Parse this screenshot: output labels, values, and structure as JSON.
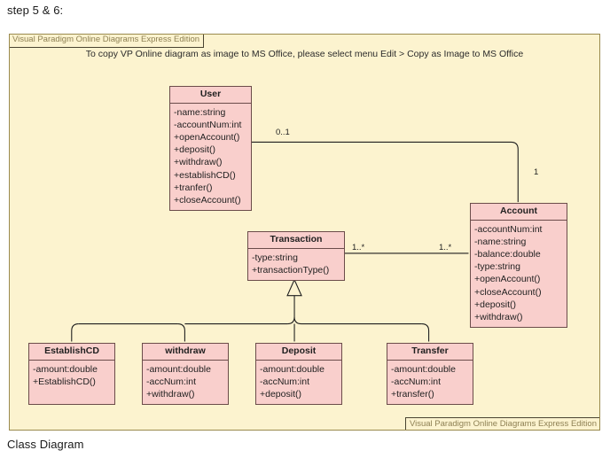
{
  "page": {
    "top_caption": "step 5 & 6:",
    "bottom_caption": "Class Diagram"
  },
  "canvas": {
    "banner_text": "To copy VP Online diagram as image to MS Office, please select menu Edit > Copy as Image to MS Office",
    "watermark_top": "Visual Paradigm Online Diagrams Express Edition",
    "watermark_bottom": "Visual Paradigm Online Diagrams Express Edition",
    "background_color": "#fcf3cf",
    "border_color": "#9a8a4e"
  },
  "style": {
    "class_fill": "#f9cfcc",
    "class_border": "#6b4c4a",
    "line_color": "#1f1f1f"
  },
  "diagram": {
    "type": "uml-class-diagram",
    "classes": [
      {
        "id": "user",
        "name": "User",
        "members": [
          "-name:string",
          "-accountNum:int",
          "+openAccount()",
          "+deposit()",
          "+withdraw()",
          "+establishCD()",
          "+tranfer()",
          "+closeAccount()"
        ]
      },
      {
        "id": "account",
        "name": "Account",
        "members": [
          "-accountNum:int",
          "-name:string",
          "-balance:double",
          "-type:string",
          "+openAccount()",
          "+closeAccount()",
          "+deposit()",
          "+withdraw()"
        ]
      },
      {
        "id": "transaction",
        "name": "Transaction",
        "members": [
          "-type:string",
          "+transactionType()"
        ]
      },
      {
        "id": "establishcd",
        "name": "EstablishCD",
        "members": [
          "-amount:double",
          "+EstablishCD()"
        ]
      },
      {
        "id": "withdraw",
        "name": "withdraw",
        "members": [
          "-amount:double",
          "-accNum:int",
          "+withdraw()"
        ]
      },
      {
        "id": "deposit",
        "name": "Deposit",
        "members": [
          "-amount:double",
          "-accNum:int",
          "+deposit()"
        ]
      },
      {
        "id": "transfer",
        "name": "Transfer",
        "members": [
          "-amount:double",
          "-accNum:int",
          "+transfer()"
        ]
      }
    ],
    "associations": [
      {
        "id": "user-account",
        "from": "user",
        "to": "account",
        "from_multiplicity": "0..1",
        "to_multiplicity": "1"
      },
      {
        "id": "transaction-account",
        "from": "transaction",
        "to": "account",
        "from_multiplicity": "1..*",
        "to_multiplicity": "1..*"
      }
    ],
    "generalizations": [
      {
        "id": "establishcd-transaction",
        "from": "EstablishCD",
        "to": "Transaction"
      },
      {
        "id": "withdraw-transaction",
        "from": "withdraw",
        "to": "Transaction"
      },
      {
        "id": "deposit-transaction",
        "from": "Deposit",
        "to": "Transaction"
      },
      {
        "id": "transfer-transaction",
        "from": "Transfer",
        "to": "Transaction"
      }
    ]
  }
}
